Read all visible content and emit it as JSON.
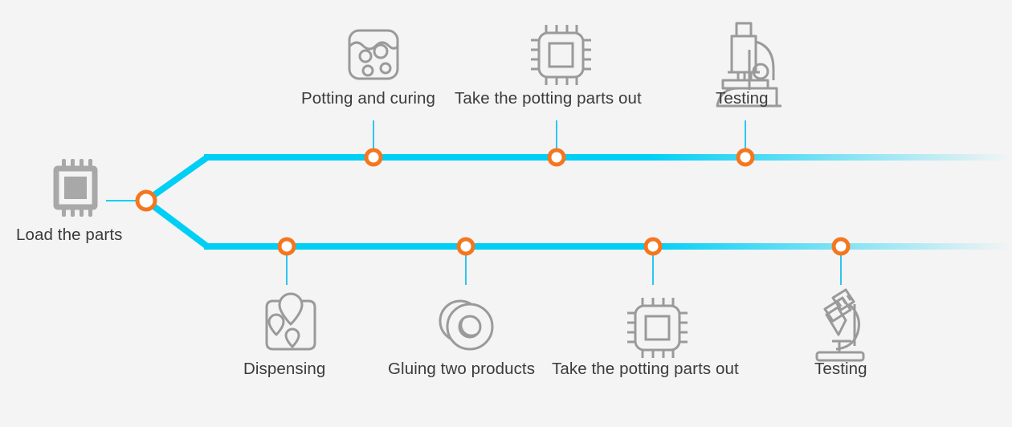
{
  "diagram": {
    "title": "Process flow",
    "colors": {
      "background": "#f4f4f4",
      "line": "#00cff5",
      "node_ring": "#f4761f",
      "node_fill": "#ffffff",
      "icon": "#9a9a9a",
      "icon_solid": "#a8a8a8",
      "label": "#3b3b3b"
    },
    "start": {
      "label": "Load the parts",
      "icon": "chip-solid-icon",
      "node": "start-node"
    },
    "branches": [
      {
        "name": "upper-branch",
        "steps": [
          {
            "label": "Potting and curing",
            "icon": "potting-liquid-icon",
            "node": "node"
          },
          {
            "label": "Take the potting parts out",
            "icon": "cpu-outline-icon",
            "node": "node"
          },
          {
            "label": "Testing",
            "icon": "microscope-icon",
            "node": "node"
          }
        ]
      },
      {
        "name": "lower-branch",
        "steps": [
          {
            "label": "Dispensing",
            "icon": "dispensing-droplets-icon",
            "node": "node"
          },
          {
            "label": "Gluing two products",
            "icon": "two-discs-icon",
            "node": "node"
          },
          {
            "label": "Take the potting parts out",
            "icon": "cpu-outline-icon",
            "node": "node"
          },
          {
            "label": "Testing",
            "icon": "microscope-tilted-icon",
            "node": "node"
          }
        ]
      }
    ]
  }
}
